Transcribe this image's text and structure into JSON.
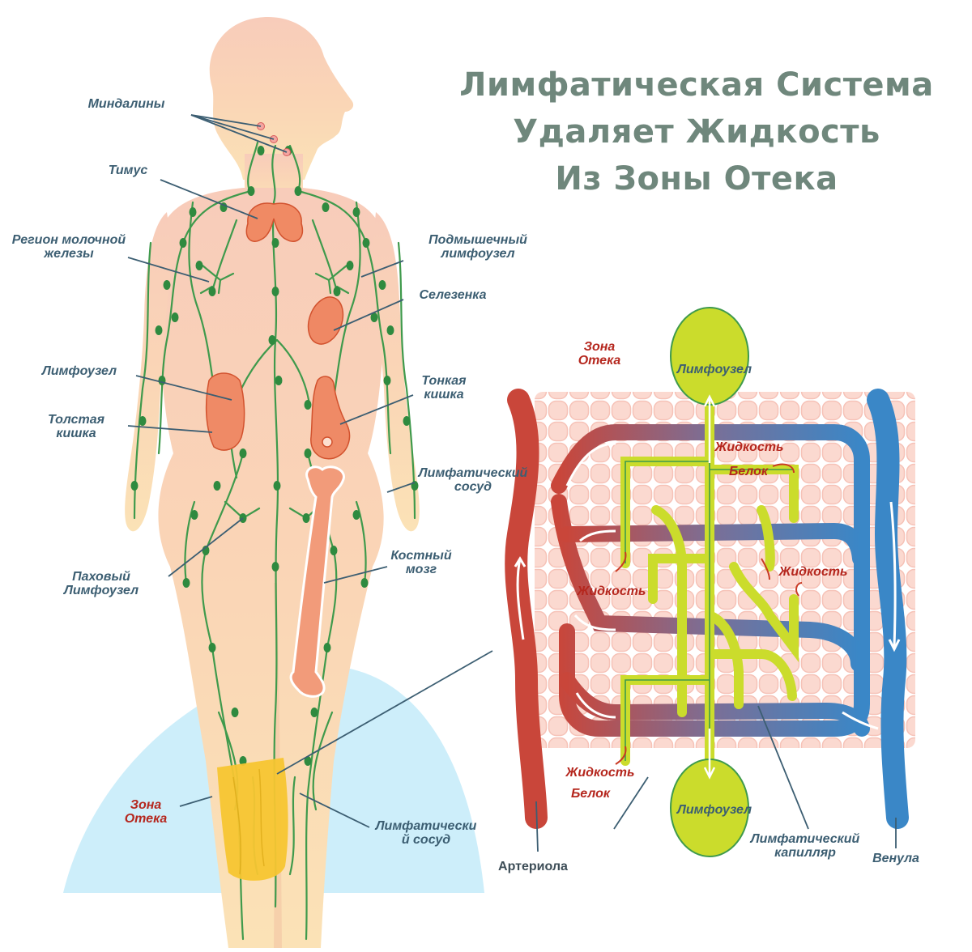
{
  "title": {
    "line1": "Лимфатическая Система",
    "line2": "Удаляет Жидкость",
    "line3": "Из Зоны Отека"
  },
  "body_labels": {
    "tonsils": "Миндалины",
    "thymus": "Тимус",
    "mammary_l1": "Регион молочной",
    "mammary_l2": "железы",
    "axillary_l1": "Подмышечный",
    "axillary_l2": "лимфоузел",
    "spleen": "Селезенка",
    "lymph_node": "Лимфоузел",
    "small_int_l1": "Тонкая",
    "small_int_l2": "кишка",
    "large_int_l1": "Толстая",
    "large_int_l2": "кишка",
    "vessel_l1": "Лимфатический",
    "vessel_l2": "сосуд",
    "marrow_l1": "Костный",
    "marrow_l2": "мозг",
    "inguinal_l1": "Паховый",
    "inguinal_l2": "Лимфоузел",
    "edema_l1": "Зона",
    "edema_l2": "Отека",
    "vessel2_l1": "Лимфатически",
    "vessel2_l2": "й сосуд"
  },
  "detail_labels": {
    "edema_l1": "Зона",
    "edema_l2": "Отека",
    "node_top": "Лимфоузел",
    "node_bottom": "Лимфоузел",
    "fluid_1": "Жидкость",
    "protein_1": "Белок",
    "fluid_2": "Жидкость",
    "fluid_3": "Жидкость",
    "fluid_4": "Жидкость",
    "protein_4": "Белок",
    "arteriole": "Артериола",
    "capillary_l1": "Лимфатический",
    "capillary_l2": "капилляр",
    "venule": "Венула"
  },
  "colors": {
    "title": "#6f877c",
    "label": "#3c5e72",
    "label_red": "#b5271e",
    "skin": "#f8d0b8",
    "skin_pale": "#fbe0c0",
    "lymph_green": "#2e8b3e",
    "node_yellow": "#cbdc2c",
    "artery_red": "#c9463a",
    "vein_blue": "#3a87c7",
    "edema_blue": "#cdeefa",
    "edema_yellow": "#f7c531"
  }
}
